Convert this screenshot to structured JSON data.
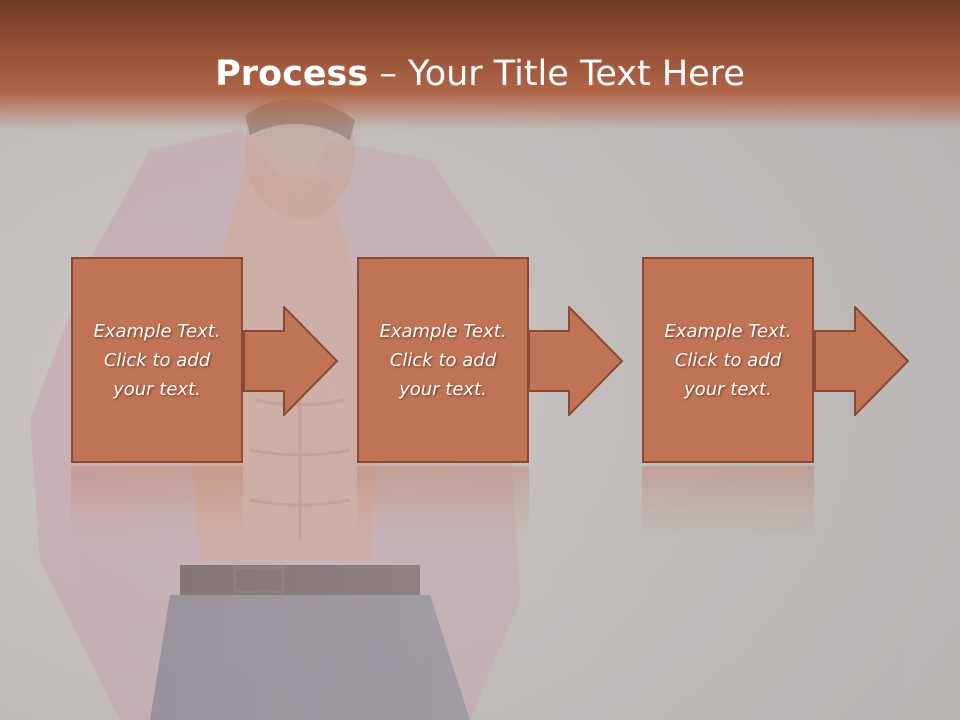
{
  "title": {
    "bold": "Process",
    "rest": " – Your Title Text Here"
  },
  "steps": [
    {
      "text": "Example Text. Click  to add your text."
    },
    {
      "text": "Example Text. Click  to add your text."
    },
    {
      "text": "Example Text. Click  to add your text."
    }
  ],
  "colors": {
    "title_bar": "#8f4d33",
    "box": "#c07455",
    "box_border": "#8a4a34",
    "background": "#bdb8b7"
  }
}
